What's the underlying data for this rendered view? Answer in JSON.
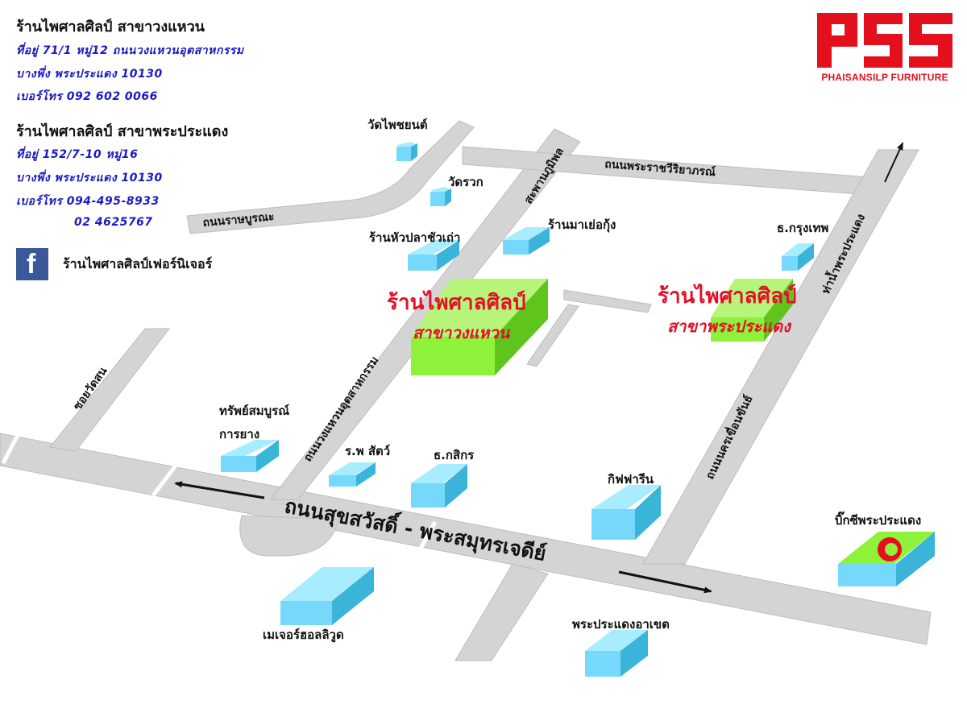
{
  "header": {
    "branch1": {
      "name": "ร้านไพศาลศิลป์ สาขาวงแหวน",
      "address1": "ที่อยู่ 71/1 หมู่12 ถนนวงแหวนอุตสาหกรรม",
      "address2": "บางพึ่ง พระประแดง 10130",
      "phone": "เบอร์โทร 092 602 0066"
    },
    "branch2": {
      "name": "ร้านไพศาลศิลป์ สาขาพระประแดง",
      "address1": "ที่อยู่ 152/7-10 หมู่16",
      "address2": "บางพึ่ง พระประแดง 10130",
      "phone": "เบอร์โทร 094-495-8933",
      "phone2": "02 4625767"
    },
    "facebook": {
      "icon": "facebook-icon",
      "label": "ร้านไพศาลศิลป์เฟอร์นิเจอร์"
    }
  },
  "logo": {
    "mark": "PSS",
    "subtitle": "PHAISANSILP FURNITURE",
    "color": "#e4101e"
  },
  "colors": {
    "road": "#d4d4d4",
    "building": "#76d9fb",
    "store": "#8ef23a",
    "store_label": "#e4102a",
    "arrow": "#111111"
  },
  "roads": {
    "main": "ถนนสุขสวัสดิ์ - พระสมุทรเจดีย์",
    "wongwaen": "ถนนวงแหวนอุตสาหกรรม",
    "rachaburana": "ถนนราษบูรณะ",
    "phraratchawiriyaporn": "ถนนพระราชวีริยาภรณ์",
    "bridge": "สะพานภูมิพล",
    "nakhonkhuean": "ถนนนครเขื่อนขันธ์",
    "soi_watson": "ซอยวัดสน",
    "pier": "ท่าน้ำพระประแดง"
  },
  "stores": {
    "wongwaen": {
      "name": "ร้านไพศาลศิลป์",
      "branch": "สาขาวงแหวน"
    },
    "phrapradaeng": {
      "name": "ร้านไพศาลศิลป์",
      "branch": "สาขาพระประแดง"
    }
  },
  "landmarks": {
    "wat_phai_chayon": "วัดไพชยนต์",
    "wat_rawok": "วัดรวก",
    "hua_pla_chawa": "ร้านหัวปลาชัวเถ่า",
    "ma_yoe_kung": "ร้านมาเย่อกุ้ง",
    "krungthep_bank": "ธ.กรุงเทพ",
    "sapsombun_1": "ทรัพย์สมบูรณ์",
    "sapsombun_2": "การยาง",
    "animal_hospital": "ร.พ สัตว์",
    "kasikorn_bank": "ธ.กสิกร",
    "giffarine": "กิฟฟารีน",
    "big_c": "บิ๊กซีพระประแดง",
    "major_hollywood": "เมเจอร์ฮอลลิวูด",
    "district_office": "พระประแดงอาเขต"
  }
}
